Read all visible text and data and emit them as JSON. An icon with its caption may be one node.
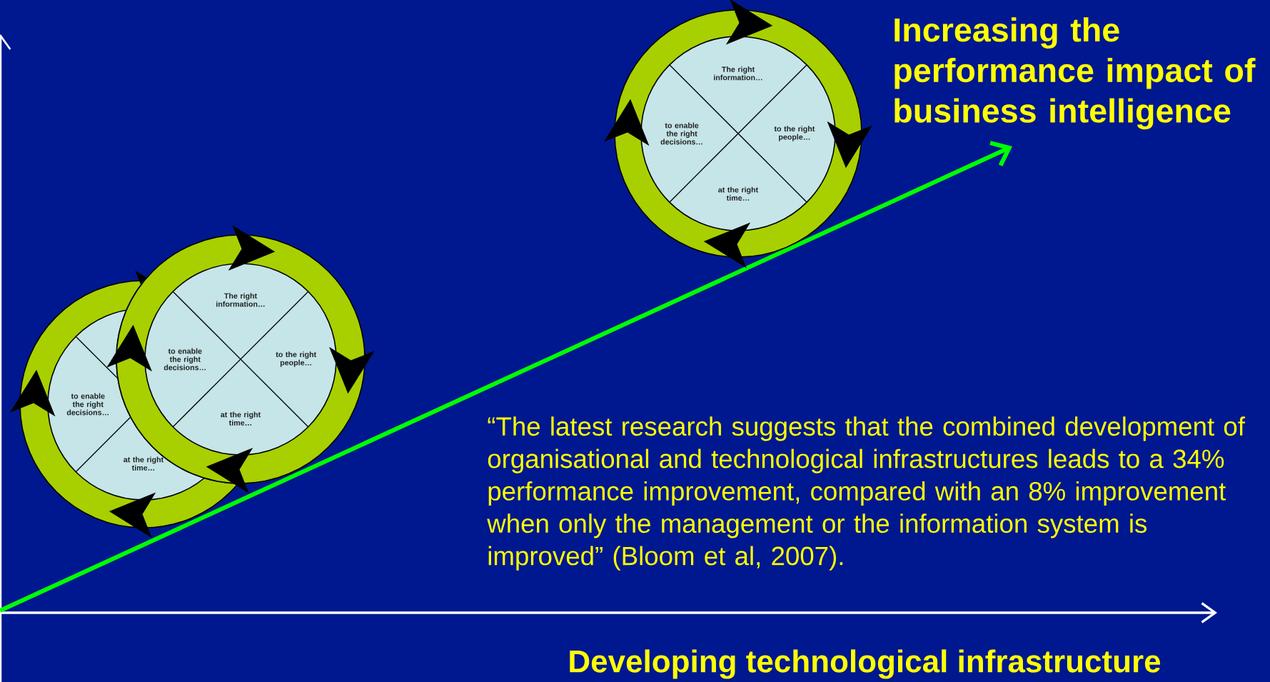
{
  "diagram": {
    "nodes": [
      {
        "text": [
          "to enable the right decisions…"
        ]
      },
      {
        "text": [
          "at the right time…"
        ]
      },
      {
        "text": [
          "The right information…"
        ]
      },
      {
        "text": [
          "to the right people…"
        ]
      },
      {
        "text": [
          "at the right time…"
        ]
      },
      {
        "text": [
          "to enable the right decisions…"
        ]
      },
      {
        "text": [
          "The right information…"
        ]
      },
      {
        "text": [
          "to the right people…"
        ]
      },
      {
        "text": [
          "at the right time…"
        ]
      },
      {
        "text": [
          "to enable the right decisions…"
        ]
      }
    ],
    "labels": [
      "Increasing the performance impact of business intelligence",
      "“The latest research suggests that the combined development of organisational and technological infrastructures leads to a 34% performance improvement, compared with an 8% improvement when only the management or the information system is improved” (Bloom et al, 2007).",
      "Developing technological infrastructure"
    ]
  }
}
